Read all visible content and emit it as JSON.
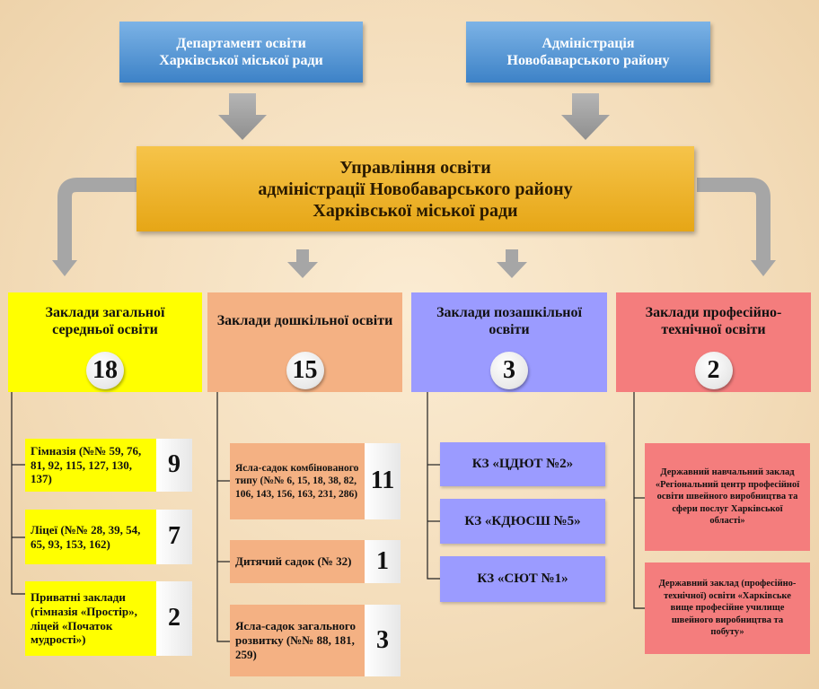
{
  "top_boxes": [
    {
      "line1": "Департамент освіти",
      "line2": "Харківської міської ради"
    },
    {
      "line1": "Адміністрація",
      "line2": "Новобаварського району"
    }
  ],
  "main_box": {
    "line1": "Управління освіти",
    "line2": "адміністрації Новобаварського району",
    "line3": "Харківської міської ради"
  },
  "categories": [
    {
      "title": "Заклади загальної середньої освіти",
      "count": "18",
      "color": "#ffff00"
    },
    {
      "title": "Заклади дошкільної освіти",
      "count": "15",
      "color": "#f4b183"
    },
    {
      "title": "Заклади позашкільної освіти",
      "count": "3",
      "color": "#9b9bff"
    },
    {
      "title": "Заклади професійно-технічної освіти",
      "count": "2",
      "color": "#f47d7d"
    }
  ],
  "general_items": [
    {
      "text": "Гімназія (№№ 59, 76, 81, 92, 115, 127, 130, 137)",
      "count": "9"
    },
    {
      "text": "Ліцеї (№№ 28, 39, 54, 65, 93, 153, 162)",
      "count": "7"
    },
    {
      "text": "Приватні заклади (гімназія «Простір», ліцей «Початок мудрості»)",
      "count": "2"
    }
  ],
  "preschool_items": [
    {
      "text": "Ясла-садок комбінованого типу (№№ 6, 15, 18, 38, 82, 106, 143, 156, 163, 231, 286)",
      "count": "11"
    },
    {
      "text": "Дитячий садок (№ 32)",
      "count": "1"
    },
    {
      "text": "Ясла-садок загального розвитку (№№ 88, 181, 259)",
      "count": "3"
    }
  ],
  "extracurricular_items": [
    {
      "text": "КЗ «ЦДЮТ №2»"
    },
    {
      "text": "КЗ «КДЮСШ №5»"
    },
    {
      "text": "КЗ «СЮТ №1»"
    }
  ],
  "vocational_items": [
    {
      "text": "Державний навчальний заклад «Регіональний центр професійної освіти швейного виробництва та сфери послуг Харківської області»"
    },
    {
      "text": "Державний заклад (професійно-технічної) освіти «Харківське вище професійне училище швейного виробництва та побуту»"
    }
  ]
}
